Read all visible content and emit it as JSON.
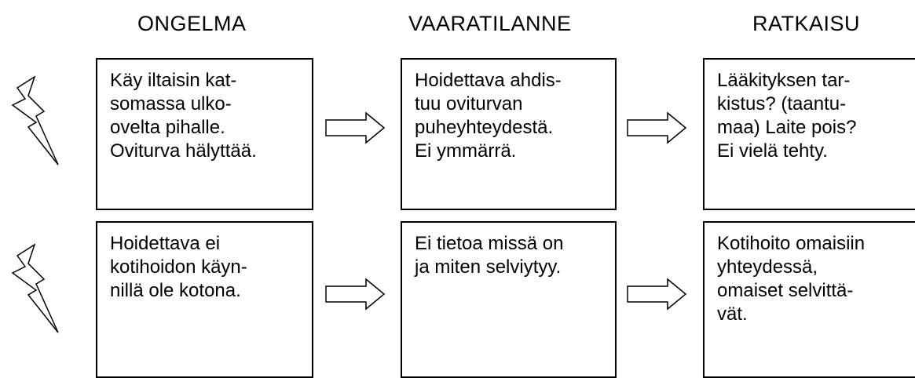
{
  "headers": {
    "problem": "ONGELMA",
    "danger": "VAARATILANNE",
    "solution": "RATKAISU"
  },
  "rows": [
    {
      "problem": "Käy iltaisin kat-\nsomassa ulko-\novelta pihalle.\nOviturva hälyttää.",
      "danger": "Hoidettava ahdis-\ntuu oviturvan\npuheyhteydestä.\nEi ymmärrä.",
      "solution": "Lääkityksen tar-\nkistus? (taantu-\nmaa) Laite pois?\nEi vielä tehty."
    },
    {
      "problem": "Hoidettava ei\nkotihoidon käyn-\nnillä ole kotona.",
      "danger": "Ei tietoa missä on\nja miten selviytyy.",
      "solution": "Kotihoito omaisiin\nyhteydessä,\nomaiset selvittä-\nvät."
    }
  ],
  "icons": {
    "row_marker": "lightning-bolt-icon",
    "connector": "right-arrow-icon"
  }
}
